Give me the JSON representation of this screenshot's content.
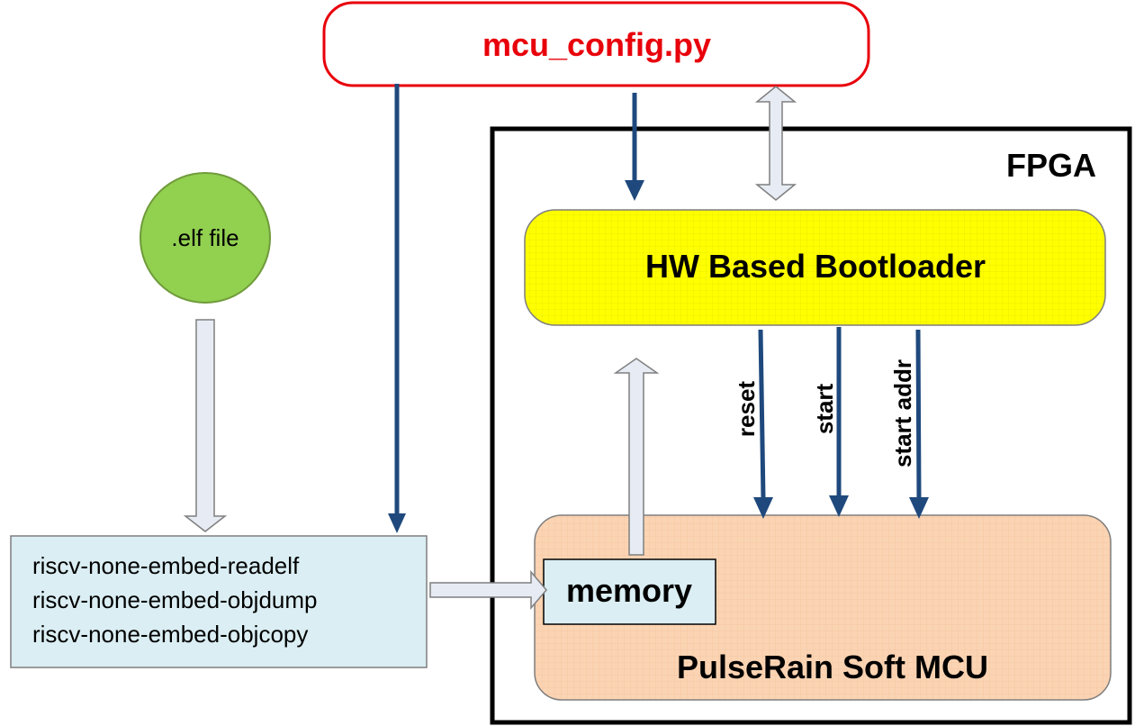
{
  "config_script": {
    "label": "mcu_config.py",
    "color": "#e8000b"
  },
  "elf_file": {
    "label": ".elf file",
    "fill": "#92d050"
  },
  "toolchain": {
    "commands": [
      "riscv-none-embed-readelf",
      "riscv-none-embed-objdump",
      "riscv-none-embed-objcopy"
    ],
    "fill": "#daeef3"
  },
  "fpga": {
    "label": "FPGA"
  },
  "bootloader": {
    "label": "HW Based Bootloader",
    "fill": "#ffff00"
  },
  "mcu": {
    "label": "PulseRain Soft MCU",
    "fill": "#fbd4b4"
  },
  "memory": {
    "label": "memory",
    "fill": "#daeef3"
  },
  "signals": {
    "reset": "reset",
    "start": "start",
    "start_addr": "start addr"
  },
  "colors": {
    "signal_arrow": "#1f497d",
    "data_arrow_fill": "#e7ecf4",
    "outline": "#000000"
  }
}
